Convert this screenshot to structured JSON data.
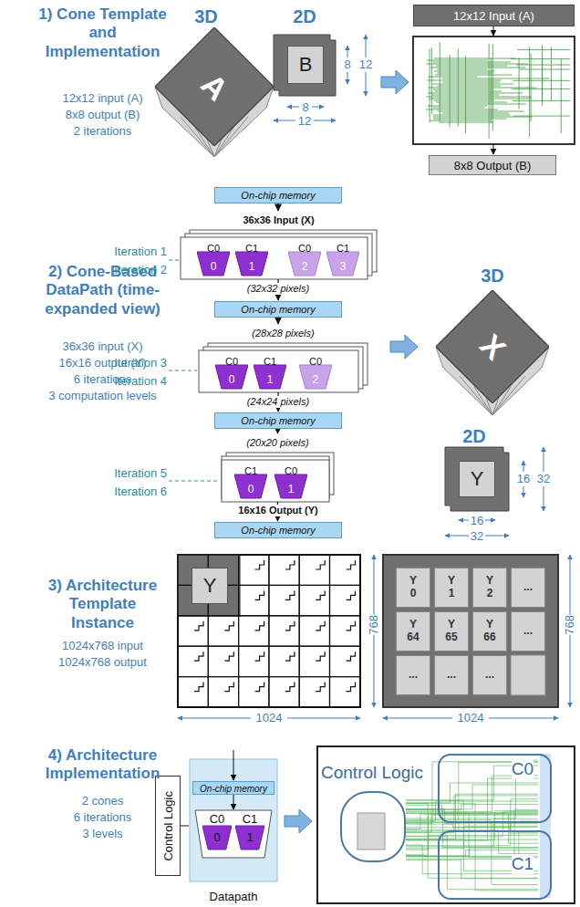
{
  "diagram": {
    "nodes": [
      {
        "text": [
          "A"
        ]
      },
      {
        "text": [
          "B"
        ]
      },
      {
        "text": [
          "12x12 Input (A)"
        ]
      },
      {
        "text": [
          "8x8 Output (B)"
        ]
      },
      {
        "text": [
          "On-chip memory"
        ]
      },
      {
        "text": [
          "36x36 Input (X)"
        ]
      },
      {
        "text": [
          "C0",
          "0"
        ],
        "in": 5
      },
      {
        "text": [
          "C1",
          "1"
        ],
        "in": 5
      },
      {
        "text": [
          "C0",
          "2"
        ],
        "in": 5
      },
      {
        "text": [
          "C1",
          "3"
        ],
        "in": 5
      },
      {
        "text": [
          "On-chip memory"
        ]
      },
      {
        "text": [
          "(28x28 pixels)"
        ]
      },
      {
        "text": [
          "C0",
          "0"
        ],
        "in": 11
      },
      {
        "text": [
          "C1",
          "1"
        ],
        "in": 11
      },
      {
        "text": [
          "C0",
          "2"
        ],
        "in": 11
      },
      {
        "text": [
          "On-chip memory"
        ]
      },
      {
        "text": [
          "(20x20 pixels)"
        ]
      },
      {
        "text": [
          "C1",
          "0"
        ],
        "in": 16
      },
      {
        "text": [
          "C0",
          "1"
        ],
        "in": 16
      },
      {
        "text": [
          "On-chip memory"
        ]
      },
      {
        "text": [
          "X"
        ]
      },
      {
        "text": [
          "Y"
        ]
      },
      {
        "text": [
          "Y"
        ]
      },
      {
        "text": [
          "Y 0"
        ]
      },
      {
        "text": [
          "Y 1"
        ]
      },
      {
        "text": [
          "Y 2"
        ]
      },
      {
        "text": [
          "..."
        ]
      },
      {
        "text": [
          "Y 64"
        ]
      },
      {
        "text": [
          "Y 65"
        ]
      },
      {
        "text": [
          "Y 66"
        ]
      },
      {
        "text": [
          "..."
        ]
      },
      {
        "text": [
          "..."
        ]
      },
      {
        "text": [
          "..."
        ]
      },
      {
        "text": [
          "..."
        ]
      },
      {
        "text": [
          "Control Logic"
        ]
      },
      {
        "text": [
          "Datapath"
        ]
      },
      {
        "text": [
          "On-chip memory"
        ],
        "in": 35
      },
      {
        "text": [
          "C0",
          "0"
        ],
        "in": 35
      },
      {
        "text": [
          "C1",
          "1"
        ],
        "in": 35
      },
      {
        "text": [
          "Control Logic"
        ]
      },
      {
        "text": [
          "C0"
        ]
      },
      {
        "text": [
          "C1"
        ]
      }
    ],
    "edges": [
      {
        "from": 4,
        "to": 5,
        "arrow": "to"
      },
      {
        "from": 5,
        "to": 10,
        "arrow": "to"
      },
      {
        "from": 10,
        "to": 11,
        "arrow": "to"
      },
      {
        "from": 11,
        "to": 15,
        "arrow": "to"
      },
      {
        "from": 15,
        "to": 16,
        "arrow": "to"
      },
      {
        "from": 16,
        "to": 19,
        "arrow": "to"
      }
    ],
    "labels": [
      "1) Cone Template and Implementation",
      "12x12 input (A)",
      "8x8 output (B)",
      "2 iterations",
      "3D",
      "2D",
      "8",
      "12",
      "8",
      "12",
      "2) Cone-Based DataPath (time-expanded view)",
      "36x36 input (X)",
      "16x16 output (Y)",
      "6 iterations",
      "3 computation levels",
      "Iteration 1",
      "Iteration 2",
      "(32x32 pixels)",
      "Iteration 3",
      "Iteration 4",
      "(24x24 pixels)",
      "Iteration 5",
      "Iteration 6",
      "16x16 Output (Y)",
      "3D",
      "2D",
      "16",
      "32",
      "16",
      "32",
      "3) Architecture Template Instance",
      "1024x768 input",
      "1024x768 output",
      "768",
      "1024",
      "768",
      "1024",
      "4) Architecture Implementation",
      "2 cones",
      "6 iterations",
      "3 levels"
    ]
  }
}
